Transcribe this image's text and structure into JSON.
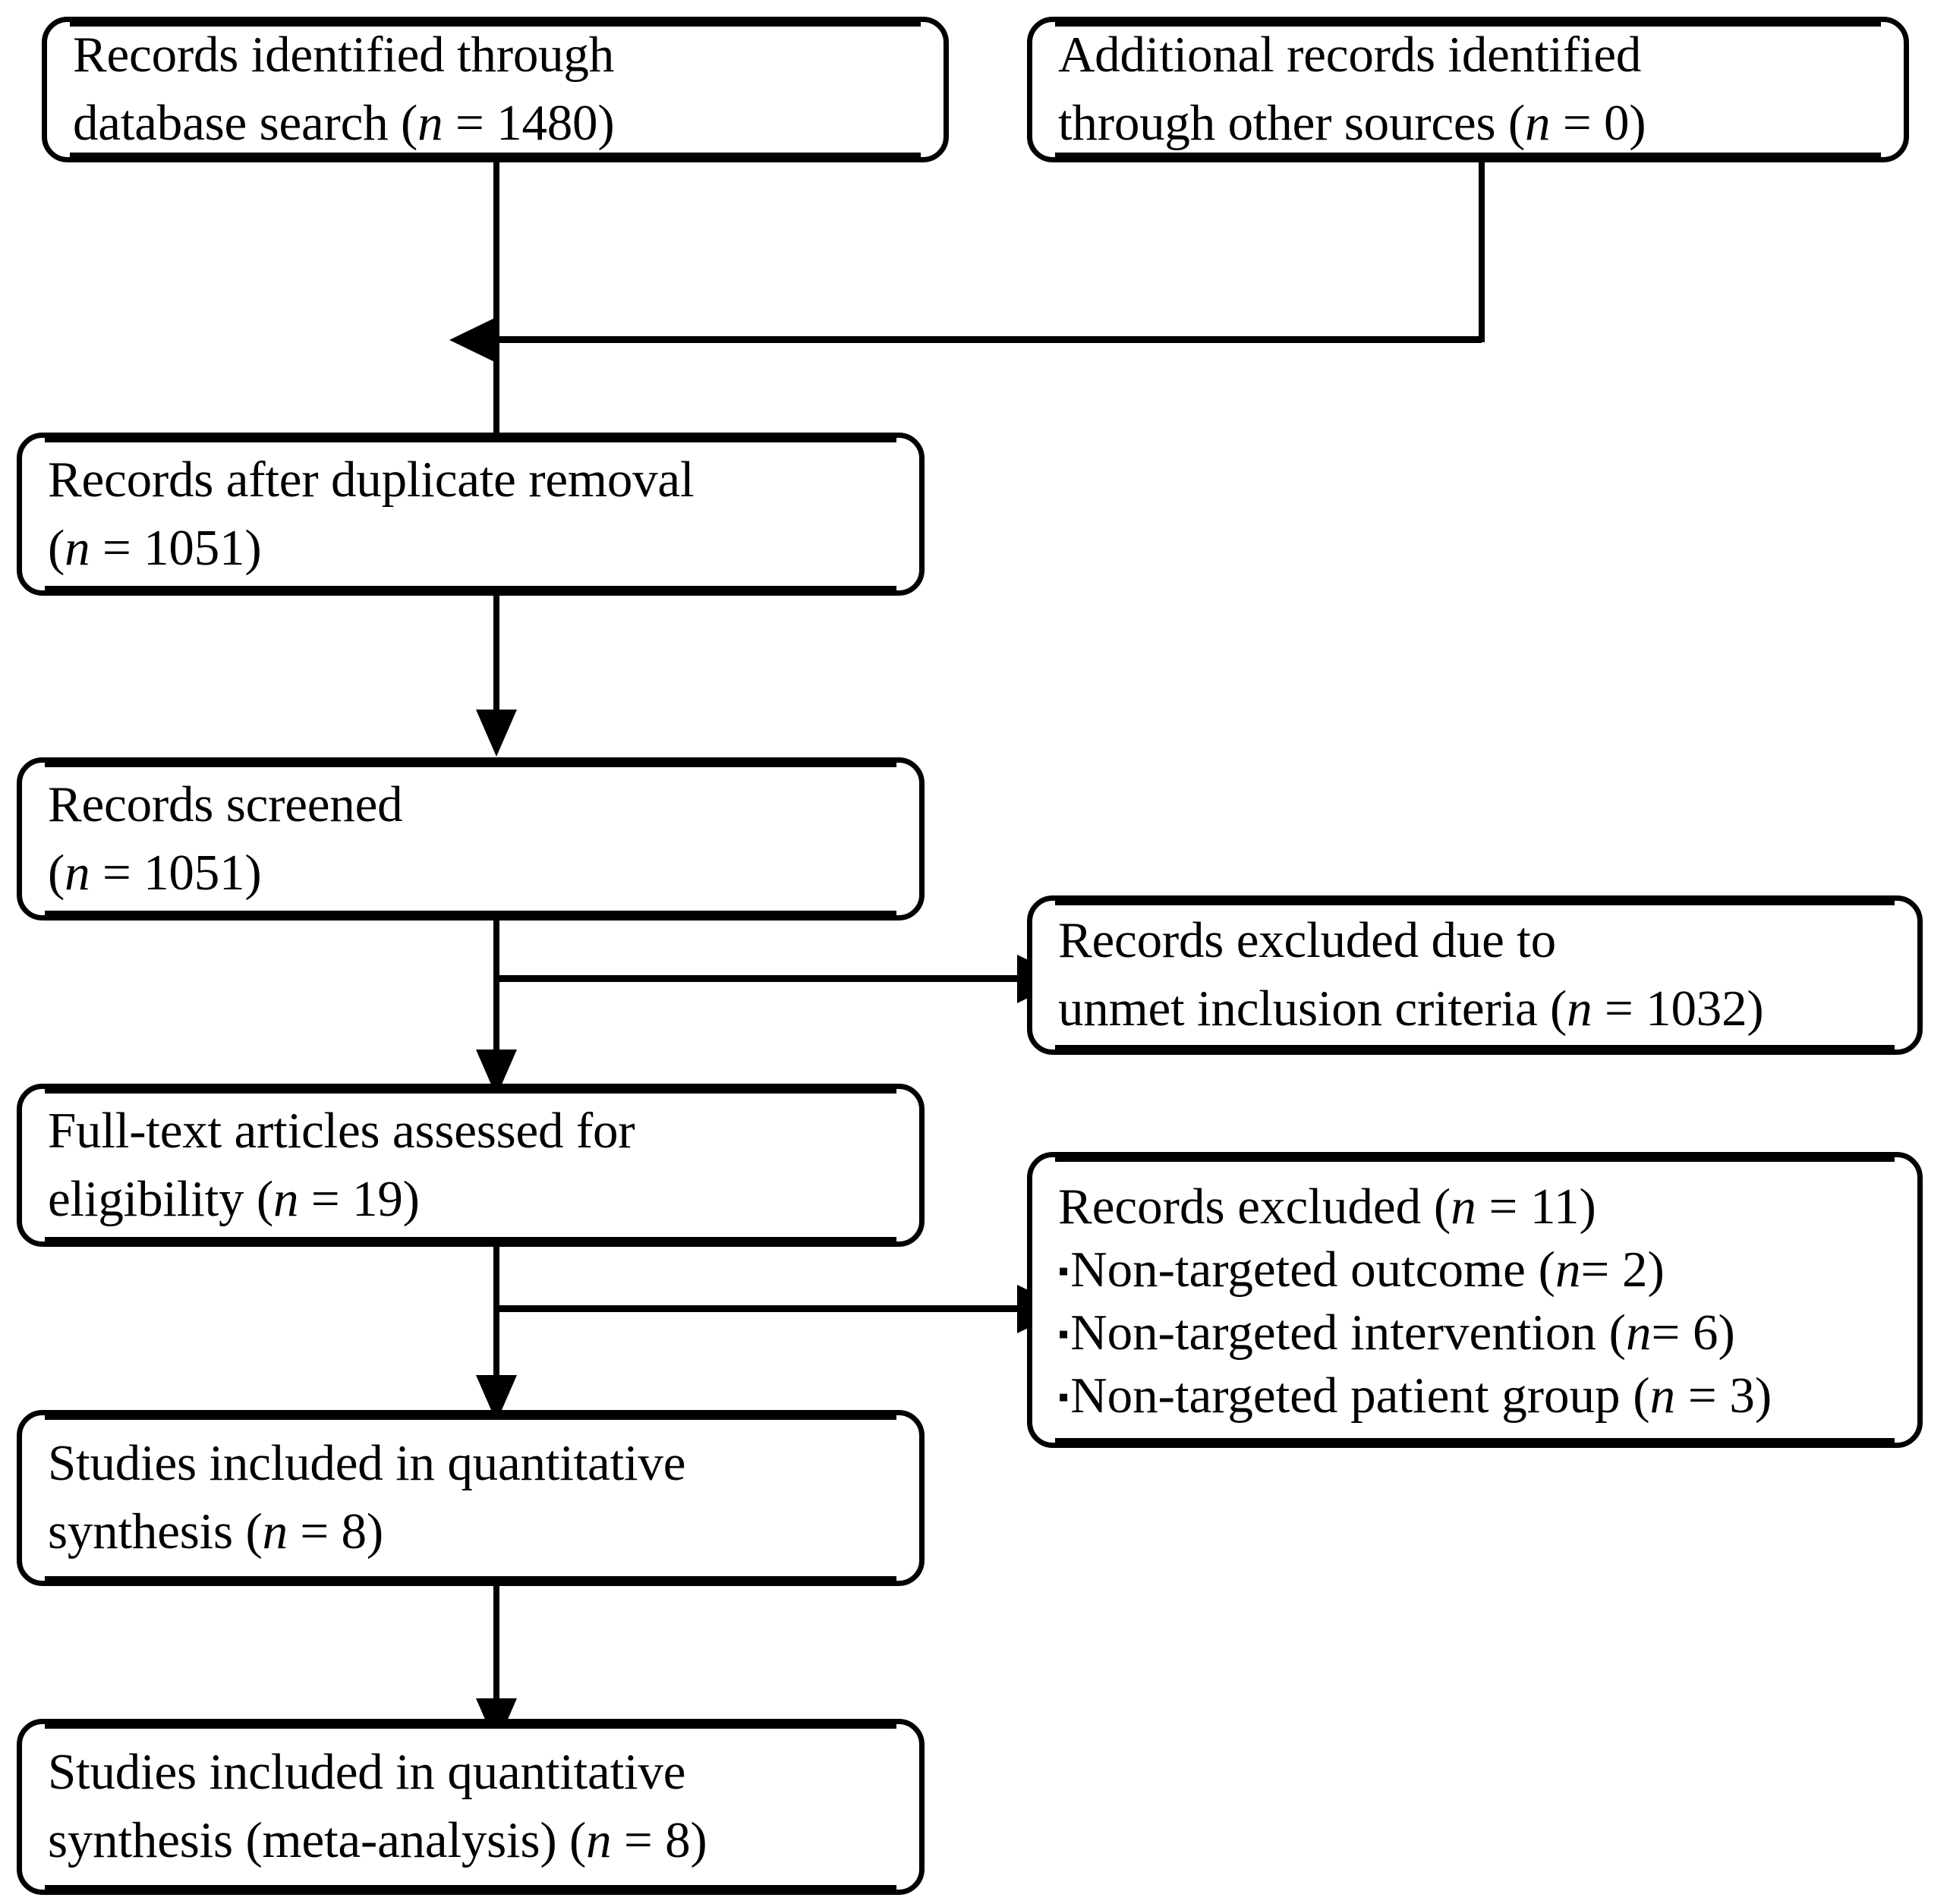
{
  "diagram": {
    "type": "PRISMA flow diagram",
    "nodes": {
      "identified_database": {
        "line1": "Records identified through",
        "line2_pre": "database search (",
        "line2_n": "n",
        "line2_post": " = 1480)",
        "count": 1480
      },
      "identified_other": {
        "line1": "Additional records identified",
        "line2_pre": "through other sources (",
        "line2_n": "n",
        "line2_post": " = 0)",
        "count": 0
      },
      "after_duplicates": {
        "line1": "Records after duplicate removal",
        "line2_pre": "(",
        "line2_n": "n",
        "line2_post": " = 1051)",
        "count": 1051
      },
      "screened": {
        "line1": "Records screened",
        "line2_pre": "(",
        "line2_n": "n",
        "line2_post": " = 1051)",
        "count": 1051
      },
      "excluded_criteria": {
        "line1": "Records excluded due to",
        "line2_pre": "unmet inclusion criteria (",
        "line2_n": "n",
        "line2_post": " = 1032)",
        "count": 1032
      },
      "fulltext_assessed": {
        "line1": "Full-text articles assessed for",
        "line2_pre": "eligibility (",
        "line2_n": "n",
        "line2_post": " = 19)",
        "count": 19
      },
      "excluded_fulltext": {
        "heading_pre": " Records excluded (",
        "heading_n": "n",
        "heading_post": " = 11)",
        "count": 11,
        "reasons": [
          {
            "bullet": "▪",
            "text_pre": "Non-targeted outcome (",
            "n": "n",
            "text_post": "= 2)",
            "count": 2
          },
          {
            "bullet": "▪",
            "text_pre": "Non-targeted intervention (",
            "n": "n",
            "text_post": "= 6)",
            "count": 6
          },
          {
            "bullet": "▪",
            "text_pre": "Non-targeted patient group (",
            "n": "n",
            "text_post": " = 3)",
            "count": 3
          }
        ]
      },
      "included_quantitative": {
        "line1": "Studies included in quantitative",
        "line2_pre": "synthesis   (",
        "line2_n": "n",
        "line2_post": " = 8)",
        "count": 8
      },
      "included_meta": {
        "line1": "Studies included in quantitative",
        "line2_pre": "synthesis (meta-analysis) (",
        "line2_n": "n",
        "line2_post": " = 8)",
        "count": 8
      }
    },
    "colors": {
      "stroke": "#000000",
      "fill": "#ffffff",
      "text": "#000000"
    }
  }
}
